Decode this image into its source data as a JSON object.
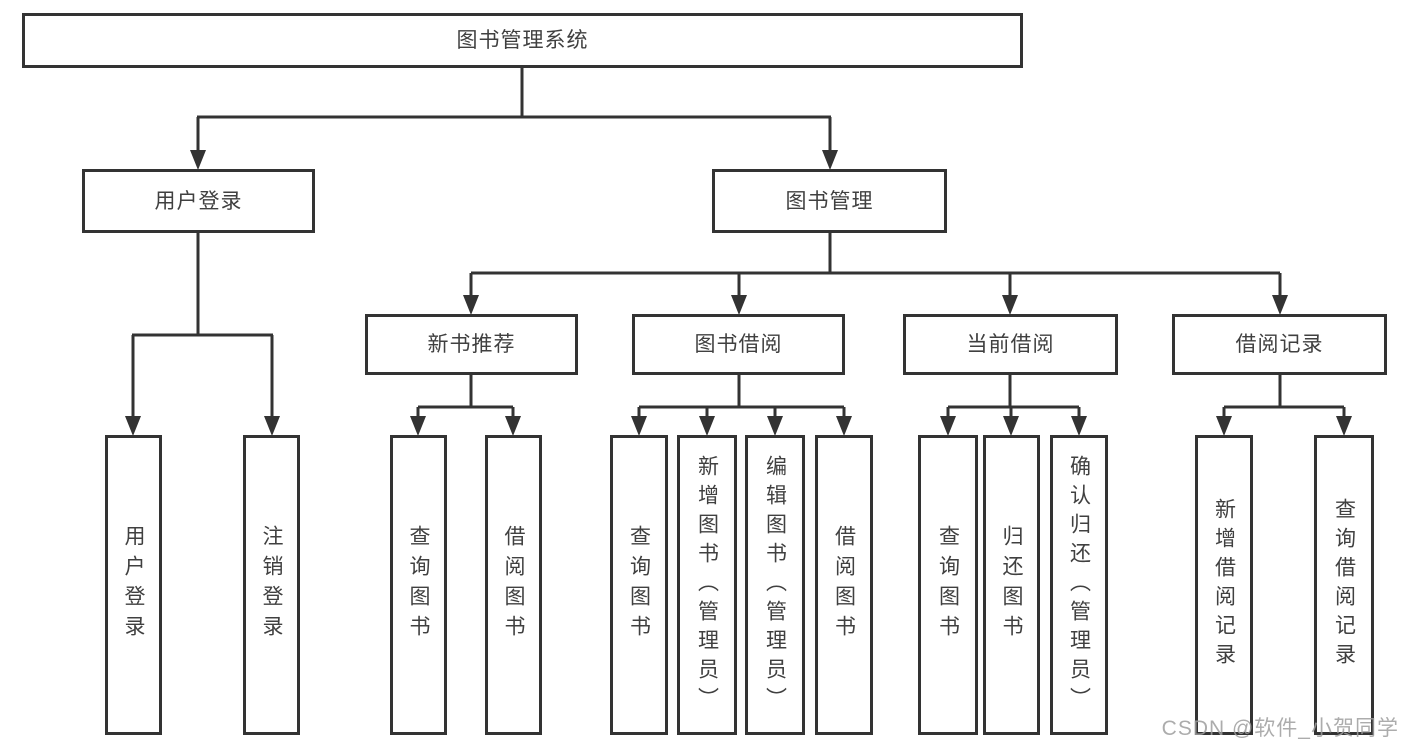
{
  "diagram": {
    "root": {
      "label": "图书管理系统"
    },
    "level2": [
      {
        "label": "用户登录"
      },
      {
        "label": "图书管理"
      }
    ],
    "level3": [
      {
        "label": "新书推荐",
        "parent": "图书管理"
      },
      {
        "label": "图书借阅",
        "parent": "图书管理"
      },
      {
        "label": "当前借阅",
        "parent": "图书管理"
      },
      {
        "label": "借阅记录",
        "parent": "图书管理"
      }
    ],
    "leaves": [
      {
        "label": "用户登录",
        "parent": "用户登录"
      },
      {
        "label": "注销登录",
        "parent": "用户登录"
      },
      {
        "label": "查询图书",
        "parent": "新书推荐"
      },
      {
        "label": "借阅图书",
        "parent": "新书推荐"
      },
      {
        "label": "查询图书",
        "parent": "图书借阅"
      },
      {
        "label": "新增图书（管理员）",
        "parent": "图书借阅"
      },
      {
        "label": "编辑图书（管理员）",
        "parent": "图书借阅"
      },
      {
        "label": "借阅图书",
        "parent": "图书借阅"
      },
      {
        "label": "查询图书",
        "parent": "当前借阅"
      },
      {
        "label": "归还图书",
        "parent": "当前借阅"
      },
      {
        "label": "确认归还（管理员）",
        "parent": "当前借阅"
      },
      {
        "label": "新增借阅记录",
        "parent": "借阅记录"
      },
      {
        "label": "查询借阅记录",
        "parent": "借阅记录"
      }
    ]
  },
  "watermark": {
    "text": "CSDN @软件_小贺同学"
  },
  "colors": {
    "line": "#333333",
    "box_border": "#333333",
    "text": "#404040",
    "watermark": "#9e9e9e",
    "background": "#ffffff"
  }
}
